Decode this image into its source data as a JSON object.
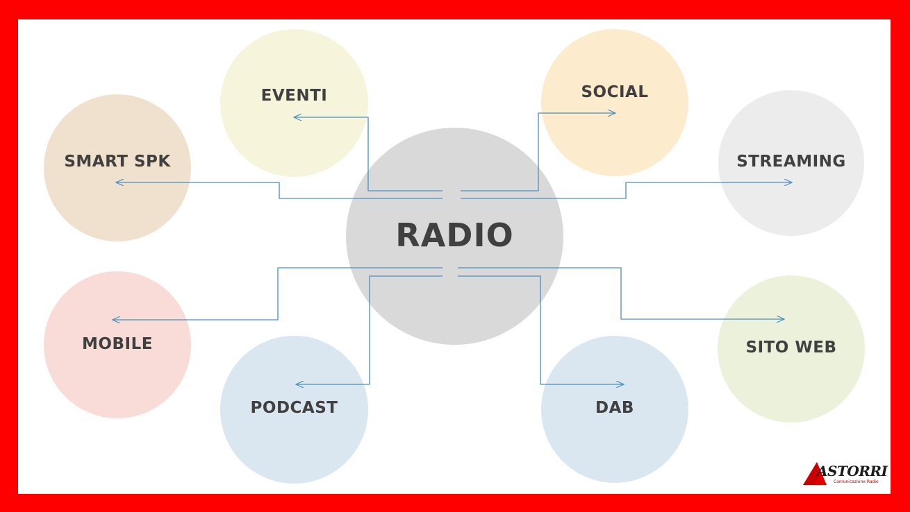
{
  "colors": {
    "border": "#ff0000",
    "connector": "#4a8fc0",
    "label": "#404040"
  },
  "center": {
    "label": "RADIO",
    "color": "#d9d9d9"
  },
  "nodes": [
    {
      "id": "eventi",
      "label": "EVENTI",
      "color": "#f6f5dc"
    },
    {
      "id": "social",
      "label": "SOCIAL",
      "color": "#fdebcd"
    },
    {
      "id": "smart-spk",
      "label": "SMART SPK",
      "color": "#efe1cd"
    },
    {
      "id": "streaming",
      "label": "STREAMING",
      "color": "#ececec"
    },
    {
      "id": "mobile",
      "label": "MOBILE",
      "color": "#f9dcd7"
    },
    {
      "id": "sito-web",
      "label": "SITO WEB",
      "color": "#ebf1da"
    },
    {
      "id": "podcast",
      "label": "PODCAST",
      "color": "#dbe7f0"
    },
    {
      "id": "dab",
      "label": "DAB",
      "color": "#dbe7f0"
    }
  ],
  "logo": {
    "name": "ASTORRI",
    "tagline": "Comunicazione Radio"
  }
}
